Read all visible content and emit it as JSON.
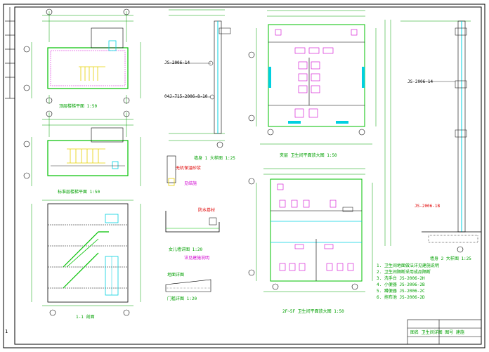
{
  "sheet": {
    "page_number": "1",
    "title_block_text": "图名  卫生间详图  图号  建施"
  },
  "views": {
    "stair_top_plan": "顶层楼梯平面  1:50",
    "stair_mid_plan": "标准层楼梯平面  1:50",
    "stair_section": "1-1 剖面",
    "wall_detail_1": "墙身 1 大样图  1:25",
    "wall_detail_2": "墙身 2 大样图  1:25",
    "toilet_plan_top": "夹层 卫生间平面放大图 1:50",
    "toilet_plan_bottom": "2F~5F 卫生间平面放大图 1:50",
    "parapet_detail": "女儿墙详图 1:20",
    "threshold_detail": "门槛详图 1:20",
    "floor_drain_detail": "地面详图"
  },
  "callouts": {
    "ref_1": "JS-2006-14",
    "ref_2": "04J-715-2006-8-10",
    "ref_3": "JS-2006-14",
    "red_note_1": "无机保温砂浆",
    "red_note_2": "防水卷材",
    "red_note_3": "JS-2006-1B",
    "mag_note_1": "见结施",
    "mag_note_2": "详见建施说明",
    "notes_block": [
      "1. 卫生间地面做法详见建施说明",
      "2. 卫生间隔断采用成品隔断",
      "3. 洗手台 JS-2006-2H",
      "4. 小便器 JS-2006-2B",
      "5. 蹲便器 JS-2006-2C",
      "6. 拖布池 JS-2006-2D"
    ]
  },
  "colors": {
    "frame": "#000000",
    "wall": "#00c000",
    "dim": "#00a000",
    "accent_cyan": "#00d0e0",
    "accent_mag": "#d000d0",
    "text_red": "#e00000",
    "stair_yellow": "#e6d000"
  }
}
